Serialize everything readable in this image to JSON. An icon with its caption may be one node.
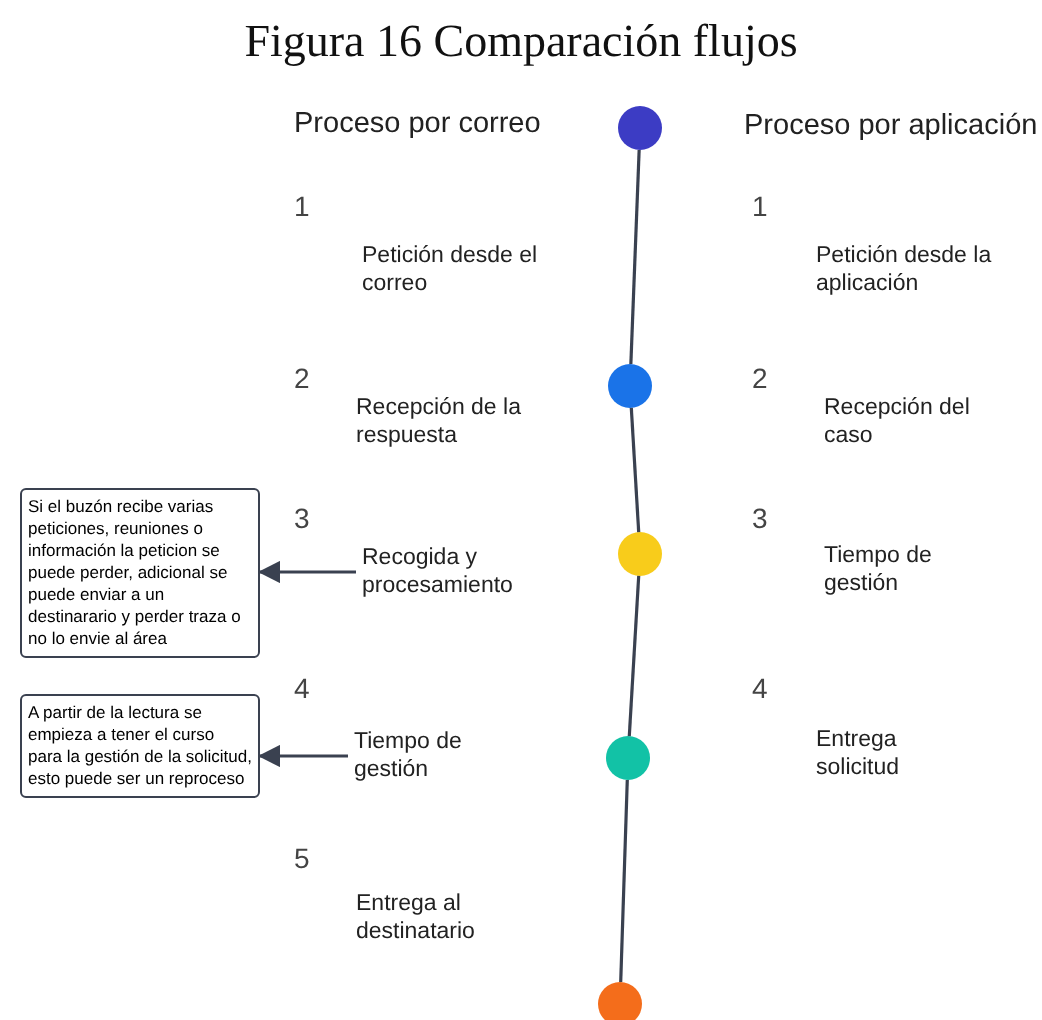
{
  "diagram": {
    "title": "Figura 16 Comparación flujos",
    "nodes": [
      {
        "text": [],
        "shape": "circle"
      },
      {
        "text": [],
        "shape": "circle"
      },
      {
        "text": [],
        "shape": "circle"
      },
      {
        "text": [],
        "shape": "circle"
      },
      {
        "text": [],
        "shape": "circle"
      },
      {
        "text": [
          "Si el buzón recibe varias peticiones, reuniones o información la peticion se puede perder, adicional se puede enviar a un destinarario y perder traza o no lo envie al área"
        ]
      },
      {
        "text": [
          "Recogida y procesamiento"
        ]
      },
      {
        "text": [
          "A partir de la lectura se empieza a tener el curso para la gestión de la solicitud, esto puede ser un reproceso"
        ]
      },
      {
        "text": [
          "Tiempo de gestión"
        ]
      }
    ],
    "edges": [
      {
        "from": 0,
        "to": 1,
        "arrow": "none"
      },
      {
        "from": 1,
        "to": 2,
        "arrow": "none"
      },
      {
        "from": 2,
        "to": 3,
        "arrow": "none"
      },
      {
        "from": 3,
        "to": 4,
        "arrow": "none"
      },
      {
        "from": 6,
        "to": 5,
        "arrow": "to"
      },
      {
        "from": 8,
        "to": 7,
        "arrow": "to"
      }
    ],
    "labels": [
      "Proceso por correo",
      "Proceso por aplicación",
      "1",
      "1",
      "Petición desde el correo",
      "Petición desde la aplicación",
      "2",
      "2",
      "Recepción de la respuesta",
      "Recepción del caso",
      "3",
      "3",
      "Tiempo de gestión",
      "4",
      "4",
      "Entrega solicitud",
      "5",
      "Entrega al destinatario"
    ]
  }
}
